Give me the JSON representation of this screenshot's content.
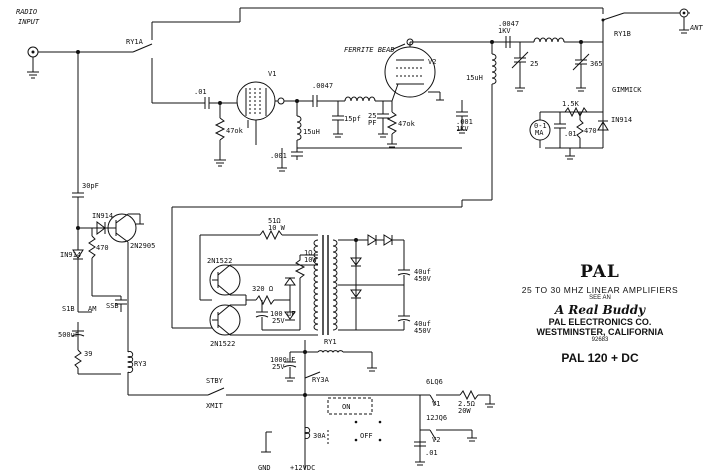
{
  "labels": {
    "radio_input": "RADIO\nINPUT",
    "ant": "ANT",
    "ry1b": "RY1B",
    "ry1a_top": "RY1A",
    "ferrite_bead": "FERRITE BEAD",
    "v1": "V1",
    "v2": "V2",
    "c_01": ".01",
    "c_0047": ".0047",
    "c_0047_top": ".0047\n1KV",
    "r_47k_1": "47ok",
    "r_47k_2": "47ok",
    "l_15uh_1": "15uH",
    "l_15uh_2": "15uH",
    "c_15pf": "15pf",
    "c_25pf": "25\nPF",
    "c_001": ".001",
    "c_001_1kv": ".001\n1KV",
    "c_25": "25",
    "c_365": "365",
    "gimmick": "GIMMICK",
    "in914_top": "IN914",
    "r_15k": "1.5K",
    "c_01_meter": ".01",
    "r_470_meter": "470",
    "meter": "0-1\nMA",
    "c_30pf": "30pF",
    "in914_1": "IN914",
    "in914_2": "IN914",
    "t_2n2905": "2N2905",
    "r_470_bias": "470",
    "s1b": "S1B",
    "s1b_am": "AM",
    "ssb": "SSB",
    "c_500uf": "500uF",
    "r_39": "39",
    "ry3": "RY3",
    "r_51": "51Ω\n10 W",
    "t_2n1522_1": "2N1522",
    "t_2n1522_2": "2N1522",
    "r_320": "320 Ω",
    "c_100uf": "100 uF\n25V",
    "r_10_10w": "1Ω\n10W",
    "c_40uf_1": "40uf\n450V",
    "c_40uf_2": "40uf\n450V",
    "c_1000uf": "1000uF\n25V",
    "ry1": "RY1",
    "ry3a": "RY3A",
    "stby": "STBY",
    "xmit": "XMIT",
    "on": "ON",
    "off": "OFF",
    "fuse": "30A",
    "v_6lq6": "6LQ6",
    "v_12jq6": "12JQ6",
    "v1_sw": "V1",
    "v2_sw": "V2",
    "c_01_heater": ".01",
    "r_25": "2.5Ω\n20W",
    "gnd": "GND",
    "plus12": "+12VDC"
  },
  "title_block": {
    "brand": "PAL",
    "subtitle": "25 TO 30 MHZ LINEAR AMPLIFIERS",
    "slogan_small": "SEE AN",
    "slogan": "A Real Buddy",
    "company": "PAL ELECTRONICS CO.",
    "city": "WESTMINSTER, CALIFORNIA",
    "zip": "92683",
    "model": "PAL 120 + DC"
  }
}
